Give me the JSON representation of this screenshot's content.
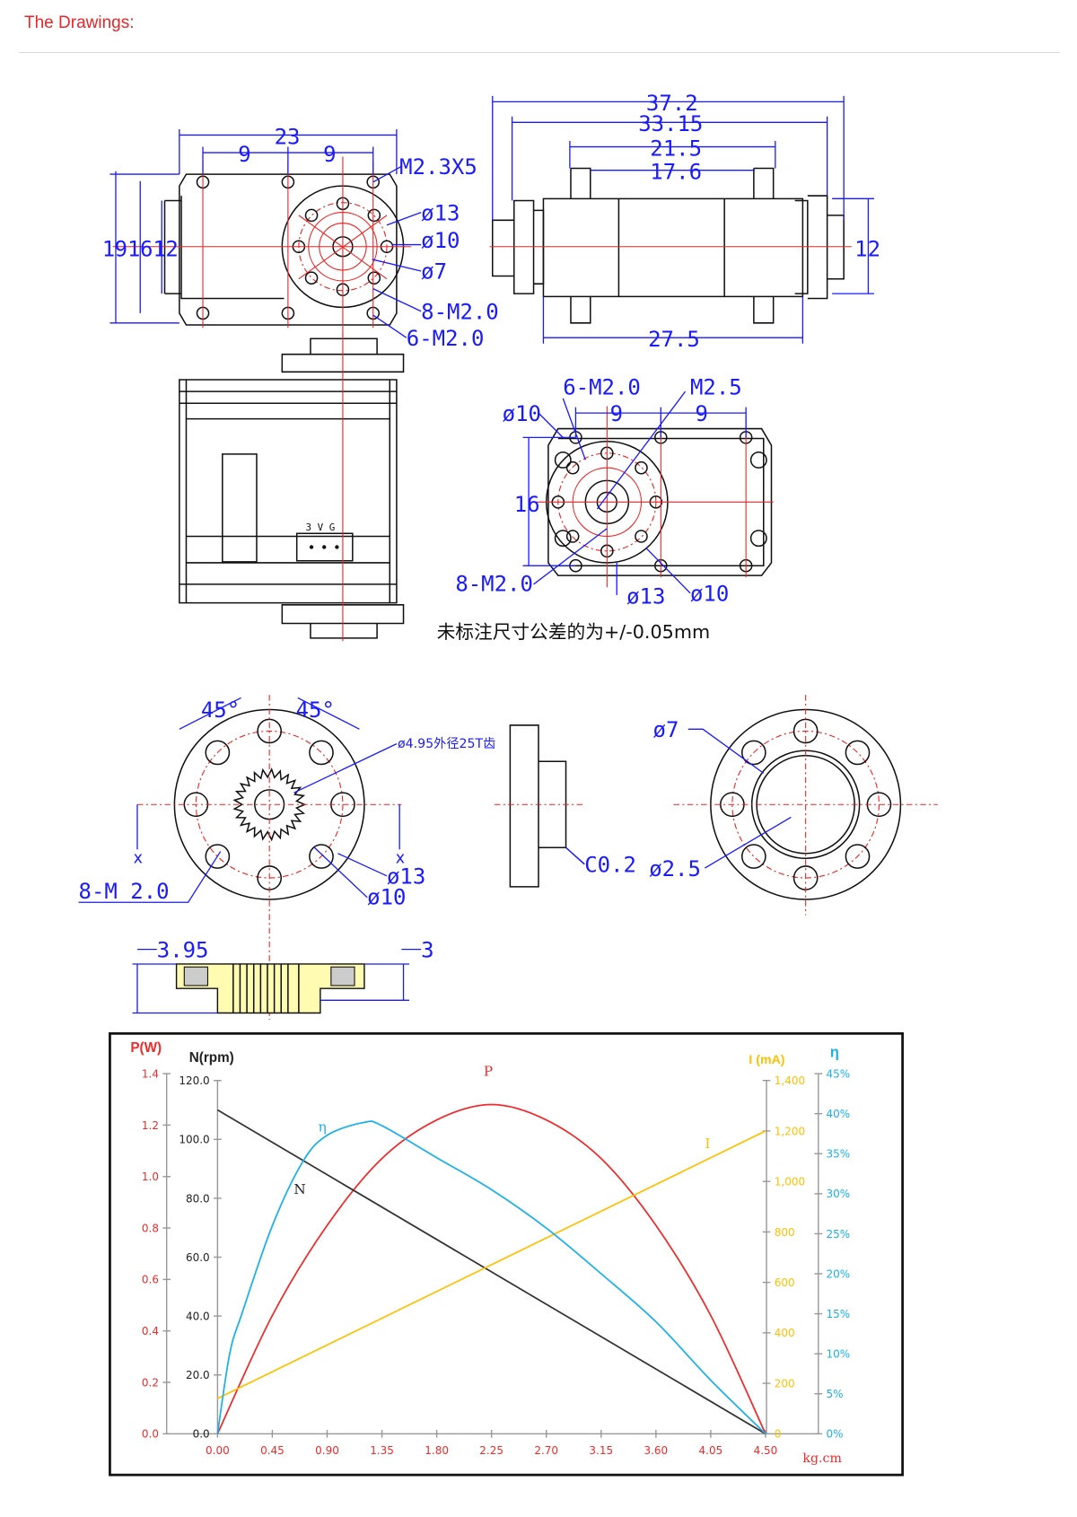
{
  "header": {
    "title": "The Drawings:"
  },
  "drawing": {
    "front_view": {
      "d23": "23",
      "d9a": "9",
      "d9b": "9",
      "d19": "19",
      "d16": "16",
      "d12": "12",
      "screw": "M2.3X5",
      "phi13": "ø13",
      "phi10": "ø10",
      "phi7": "ø7",
      "m8": "8-M2.0",
      "m6": "6-M2.0"
    },
    "side_view": {
      "d372": "37.2",
      "d3315": "33.15",
      "d215": "21.5",
      "d176": "17.6",
      "d275": "27.5",
      "d12": "12"
    },
    "body_view": {
      "connector": "3 V G"
    },
    "bottom_view": {
      "m6": "6-M2.0",
      "m25": "M2.5",
      "phi10a": "ø10",
      "d9a": "9",
      "d9b": "9",
      "d16": "16",
      "m8": "8-M2.0",
      "phi13": "ø13",
      "phi10b": "ø10"
    },
    "note": "未标注尺寸公差的为+/-0.05mm",
    "horn": {
      "a1": "45°",
      "a2": "45°",
      "spline": "ø4.95外径25T齿",
      "x1": "x",
      "x2": "x",
      "m8": "8-M  2.0",
      "phi13": "ø13",
      "phi10": "ø10",
      "chamfer": "C0.2",
      "phi7": "ø7",
      "phi25": "ø2.5",
      "d395": "3.95",
      "d3": "3"
    }
  },
  "chart_data": {
    "type": "line",
    "xlabel": "kg.cm",
    "x_ticks": [
      "0.00",
      "0.45",
      "0.90",
      "1.35",
      "1.80",
      "2.25",
      "2.70",
      "3.15",
      "3.60",
      "4.05",
      "4.50"
    ],
    "xlim": [
      0,
      4.5
    ],
    "axes": {
      "P": {
        "label": "P(W)",
        "ticks": [
          "0.0",
          "0.2",
          "0.4",
          "0.6",
          "0.8",
          "1.0",
          "1.2",
          "1.4"
        ],
        "ylim": [
          0,
          1.4
        ],
        "color": "#f02a2a"
      },
      "N": {
        "label": "N(rpm)",
        "ticks": [
          "0.0",
          "20.0",
          "40.0",
          "60.0",
          "80.0",
          "100.0",
          "120.0"
        ],
        "ylim": [
          0,
          120
        ],
        "color": "#222222"
      },
      "I": {
        "label": "I (mA)",
        "ticks": [
          "0",
          "200",
          "400",
          "600",
          "800",
          "1,000",
          "1,200",
          "1,400"
        ],
        "ylim": [
          0,
          1400
        ],
        "color": "#ffc000"
      },
      "eta": {
        "label": "η",
        "ticks": [
          "0%",
          "5%",
          "10%",
          "15%",
          "20%",
          "25%",
          "30%",
          "35%",
          "40%",
          "45%"
        ],
        "ylim": [
          0,
          45
        ],
        "color": "#1ab0ea"
      }
    },
    "series": [
      {
        "name": "P",
        "axis": "P",
        "x": [
          0,
          0.45,
          0.9,
          1.35,
          1.8,
          2.25,
          2.7,
          3.15,
          3.6,
          4.05,
          4.5
        ],
        "values": [
          0,
          0.46,
          0.81,
          1.07,
          1.22,
          1.28,
          1.22,
          1.07,
          0.81,
          0.46,
          0
        ]
      },
      {
        "name": "N",
        "axis": "N",
        "x": [
          0,
          4.5
        ],
        "values": [
          110,
          0
        ]
      },
      {
        "name": "I",
        "axis": "I",
        "x": [
          0,
          4.5
        ],
        "values": [
          140,
          1200
        ]
      },
      {
        "name": "η",
        "axis": "eta",
        "x": [
          0,
          0.1,
          0.2,
          0.45,
          0.7,
          0.9,
          1.2,
          1.35,
          1.8,
          2.25,
          2.7,
          3.15,
          3.6,
          4.05,
          4.5
        ],
        "values": [
          0,
          10,
          15,
          26,
          34,
          37.3,
          38.9,
          38.5,
          34.5,
          30.5,
          25.7,
          20,
          14,
          6.7,
          0
        ]
      }
    ]
  }
}
